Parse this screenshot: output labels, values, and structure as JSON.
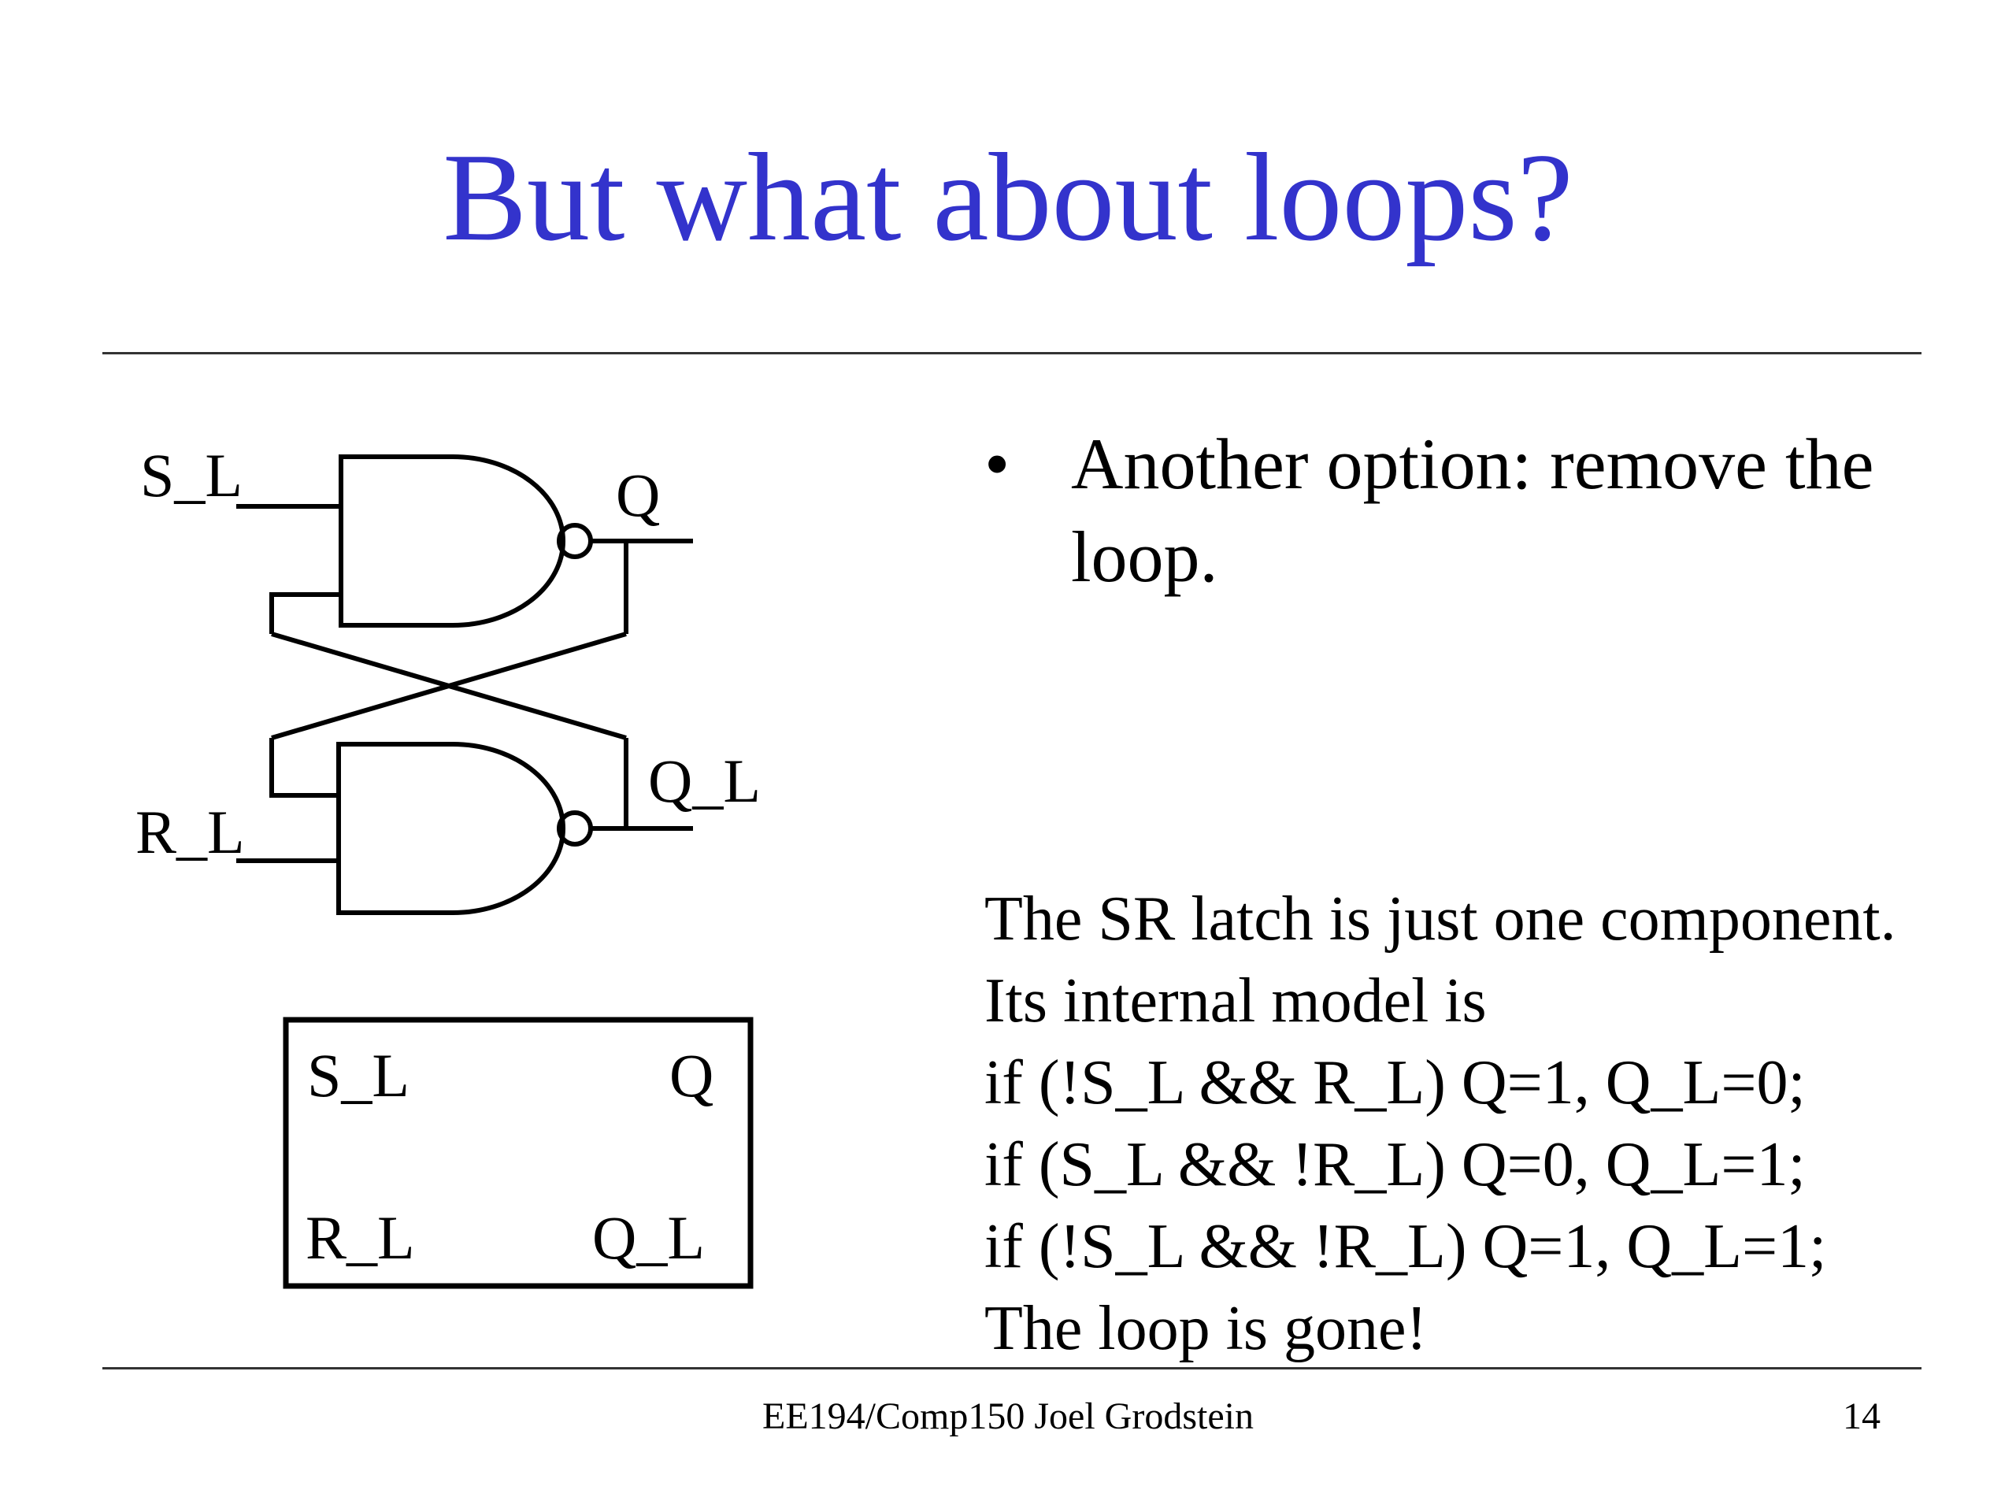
{
  "slide": {
    "title": "But what about loops?",
    "bullet": "Another option: remove the loop.",
    "bullet_marker": "•",
    "model_lines": [
      "The SR latch is just one component.",
      "Its internal model is",
      "if (!S_L && R_L) Q=1, Q_L=0;",
      "if (S_L && !R_L) Q=0, Q_L=1;",
      "if (!S_L && !R_L) Q=1, Q_L=1;",
      "The loop is gone!"
    ],
    "footer": "EE194/Comp150 Joel Grodstein",
    "page_number": "14",
    "title_color": "#3333cc"
  },
  "diagram": {
    "latch": {
      "input_set": "S_L",
      "input_reset": "R_L",
      "output_q": "Q",
      "output_q_bar": "Q_L"
    },
    "block": {
      "input_set": "S_L",
      "input_reset": "R_L",
      "output_q": "Q",
      "output_q_bar": "Q_L"
    }
  }
}
